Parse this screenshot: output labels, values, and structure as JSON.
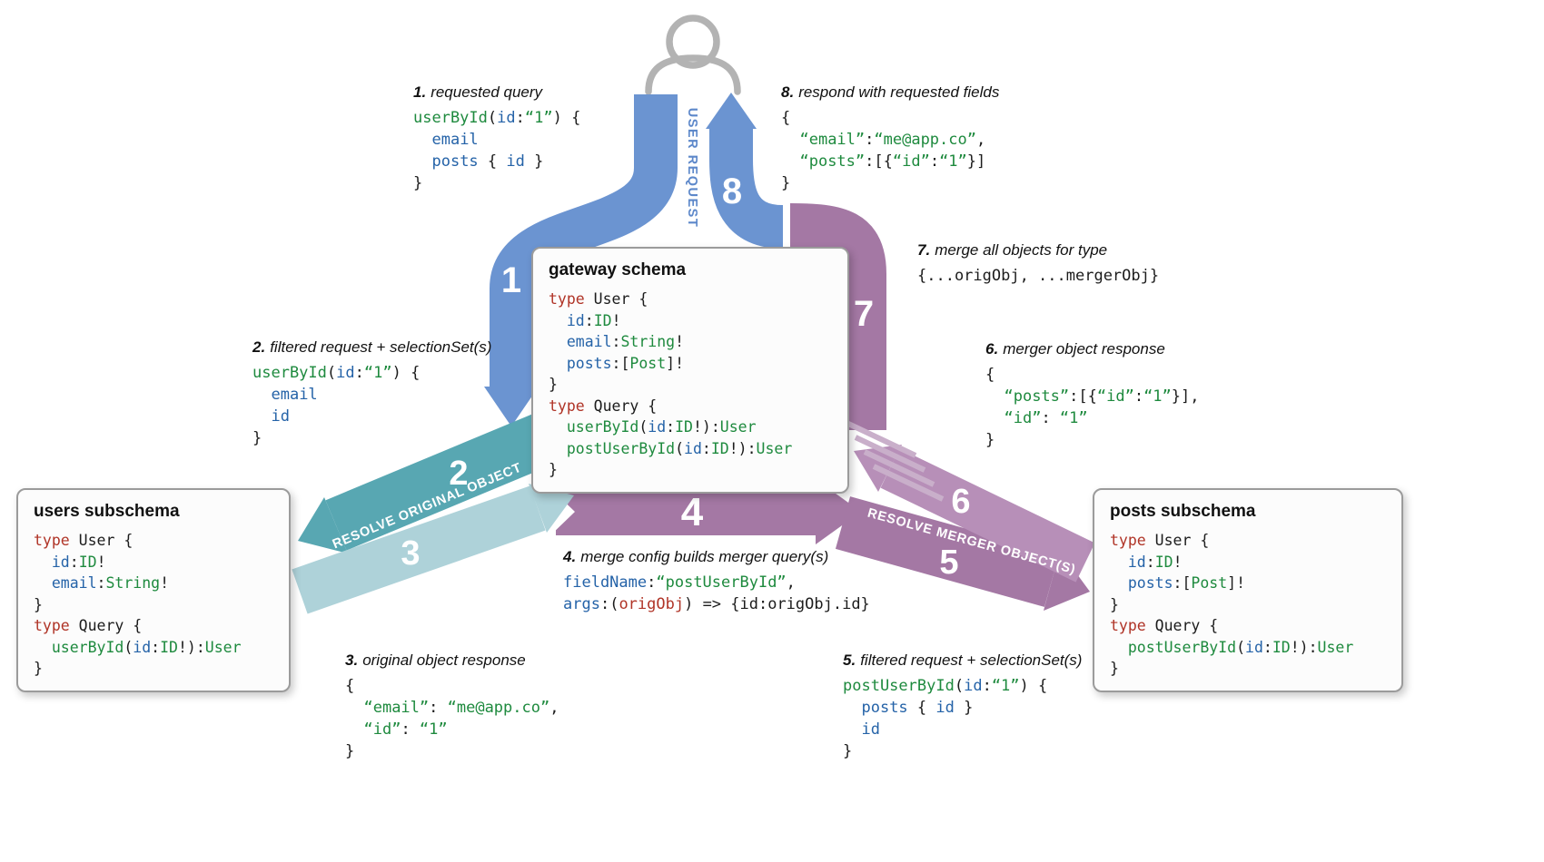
{
  "colors": {
    "arrow_blue": "#6b94d1",
    "arrow_blue_text": "#5d88ca",
    "arrow_teal": "#58a7b2",
    "arrow_teal_light": "#aed2d9",
    "arrow_purple": "#a478a4",
    "arrow_purple_light": "#b78fb8",
    "syntax_keyword_red": "#b03427",
    "syntax_field_blue": "#2563a8",
    "syntax_type_green": "#1e8a3e"
  },
  "arrow_labels": {
    "user_request": "USER REQUEST",
    "resolve_original": "RESOLVE ORIGINAL OBJECT",
    "resolve_merger": "RESOLVE MERGER OBJECT(S)"
  },
  "steps": {
    "s1": "1",
    "s2": "2",
    "s3": "3",
    "s4": "4",
    "s5": "5",
    "s6": "6",
    "s7": "7",
    "s8": "8"
  },
  "boxes": {
    "gateway": {
      "title": "gateway schema",
      "code": [
        [
          [
            "r",
            "type"
          ],
          [
            "k",
            " User {"
          ]
        ],
        [
          [
            "k",
            "  "
          ],
          [
            "b",
            "id"
          ],
          [
            "k",
            ":"
          ],
          [
            "g",
            "ID"
          ],
          [
            "k",
            "!"
          ]
        ],
        [
          [
            "k",
            "  "
          ],
          [
            "b",
            "email"
          ],
          [
            "k",
            ":"
          ],
          [
            "g",
            "String"
          ],
          [
            "k",
            "!"
          ]
        ],
        [
          [
            "k",
            "  "
          ],
          [
            "b",
            "posts"
          ],
          [
            "k",
            ":["
          ],
          [
            "g",
            "Post"
          ],
          [
            "k",
            "]!"
          ]
        ],
        [
          [
            "k",
            "}"
          ]
        ],
        [
          [
            "r",
            "type"
          ],
          [
            "k",
            " Query {"
          ]
        ],
        [
          [
            "k",
            "  "
          ],
          [
            "g",
            "userById"
          ],
          [
            "k",
            "("
          ],
          [
            "b",
            "id"
          ],
          [
            "k",
            ":"
          ],
          [
            "g",
            "ID"
          ],
          [
            "k",
            "!):"
          ],
          [
            "g",
            "User"
          ]
        ],
        [
          [
            "k",
            "  "
          ],
          [
            "g",
            "postUserById"
          ],
          [
            "k",
            "("
          ],
          [
            "b",
            "id"
          ],
          [
            "k",
            ":"
          ],
          [
            "g",
            "ID"
          ],
          [
            "k",
            "!):"
          ],
          [
            "g",
            "User"
          ]
        ],
        [
          [
            "k",
            "}"
          ]
        ]
      ]
    },
    "users": {
      "title": "users subschema",
      "code": [
        [
          [
            "r",
            "type"
          ],
          [
            "k",
            " User {"
          ]
        ],
        [
          [
            "k",
            "  "
          ],
          [
            "b",
            "id"
          ],
          [
            "k",
            ":"
          ],
          [
            "g",
            "ID"
          ],
          [
            "k",
            "!"
          ]
        ],
        [
          [
            "k",
            "  "
          ],
          [
            "b",
            "email"
          ],
          [
            "k",
            ":"
          ],
          [
            "g",
            "String"
          ],
          [
            "k",
            "!"
          ]
        ],
        [
          [
            "k",
            "}"
          ]
        ],
        [
          [
            "r",
            "type"
          ],
          [
            "k",
            " Query {"
          ]
        ],
        [
          [
            "k",
            "  "
          ],
          [
            "g",
            "userById"
          ],
          [
            "k",
            "("
          ],
          [
            "b",
            "id"
          ],
          [
            "k",
            ":"
          ],
          [
            "g",
            "ID"
          ],
          [
            "k",
            "!):"
          ],
          [
            "g",
            "User"
          ]
        ],
        [
          [
            "k",
            "}"
          ]
        ]
      ]
    },
    "posts": {
      "title": "posts subschema",
      "code": [
        [
          [
            "r",
            "type"
          ],
          [
            "k",
            " User {"
          ]
        ],
        [
          [
            "k",
            "  "
          ],
          [
            "b",
            "id"
          ],
          [
            "k",
            ":"
          ],
          [
            "g",
            "ID"
          ],
          [
            "k",
            "!"
          ]
        ],
        [
          [
            "k",
            "  "
          ],
          [
            "b",
            "posts"
          ],
          [
            "k",
            ":["
          ],
          [
            "g",
            "Post"
          ],
          [
            "k",
            "]!"
          ]
        ],
        [
          [
            "k",
            "}"
          ]
        ],
        [
          [
            "r",
            "type"
          ],
          [
            "k",
            " Query {"
          ]
        ],
        [
          [
            "k",
            "  "
          ],
          [
            "g",
            "postUserById"
          ],
          [
            "k",
            "("
          ],
          [
            "b",
            "id"
          ],
          [
            "k",
            ":"
          ],
          [
            "g",
            "ID"
          ],
          [
            "k",
            "!):"
          ],
          [
            "g",
            "User"
          ]
        ],
        [
          [
            "k",
            "}"
          ]
        ]
      ]
    }
  },
  "annotations": {
    "a1": {
      "num": "1.",
      "title": "requested query",
      "code": [
        [
          [
            "g",
            "userById"
          ],
          [
            "k",
            "("
          ],
          [
            "b",
            "id"
          ],
          [
            "k",
            ":"
          ],
          [
            "g",
            "“1”"
          ],
          [
            "k",
            ") {"
          ]
        ],
        [
          [
            "k",
            "  "
          ],
          [
            "b",
            "email"
          ]
        ],
        [
          [
            "k",
            "  "
          ],
          [
            "b",
            "posts"
          ],
          [
            "k",
            " { "
          ],
          [
            "b",
            "id"
          ],
          [
            "k",
            " }"
          ]
        ],
        [
          [
            "k",
            "}"
          ]
        ]
      ]
    },
    "a2": {
      "num": "2.",
      "title": "filtered request + selectionSet(s)",
      "code": [
        [
          [
            "g",
            "userById"
          ],
          [
            "k",
            "("
          ],
          [
            "b",
            "id"
          ],
          [
            "k",
            ":"
          ],
          [
            "g",
            "“1”"
          ],
          [
            "k",
            ") {"
          ]
        ],
        [
          [
            "k",
            "  "
          ],
          [
            "b",
            "email"
          ]
        ],
        [
          [
            "k",
            "  "
          ],
          [
            "b",
            "id"
          ]
        ],
        [
          [
            "k",
            "}"
          ]
        ]
      ]
    },
    "a3": {
      "num": "3.",
      "title": "original object response",
      "code": [
        [
          [
            "k",
            "{"
          ]
        ],
        [
          [
            "k",
            "  "
          ],
          [
            "g",
            "“email”"
          ],
          [
            "k",
            ": "
          ],
          [
            "g",
            "“me@app.co”"
          ],
          [
            "k",
            ","
          ]
        ],
        [
          [
            "k",
            "  "
          ],
          [
            "g",
            "“id”"
          ],
          [
            "k",
            ": "
          ],
          [
            "g",
            "“1”"
          ]
        ],
        [
          [
            "k",
            "}"
          ]
        ]
      ]
    },
    "a4": {
      "num": "4.",
      "title": "merge config builds merger query(s)",
      "code": [
        [
          [
            "b",
            "fieldName"
          ],
          [
            "k",
            ":"
          ],
          [
            "g",
            "“postUserById”"
          ],
          [
            "k",
            ","
          ]
        ],
        [
          [
            "b",
            "args"
          ],
          [
            "k",
            ":("
          ],
          [
            "r",
            "origObj"
          ],
          [
            "k",
            ") => {id:origObj.id}"
          ]
        ]
      ]
    },
    "a5": {
      "num": "5.",
      "title": "filtered request + selectionSet(s)",
      "code": [
        [
          [
            "g",
            "postUserById"
          ],
          [
            "k",
            "("
          ],
          [
            "b",
            "id"
          ],
          [
            "k",
            ":"
          ],
          [
            "g",
            "“1”"
          ],
          [
            "k",
            ") {"
          ]
        ],
        [
          [
            "k",
            "  "
          ],
          [
            "b",
            "posts"
          ],
          [
            "k",
            " { "
          ],
          [
            "b",
            "id"
          ],
          [
            "k",
            " }"
          ]
        ],
        [
          [
            "k",
            "  "
          ],
          [
            "b",
            "id"
          ]
        ],
        [
          [
            "k",
            "}"
          ]
        ]
      ]
    },
    "a6": {
      "num": "6.",
      "title": "merger object response",
      "code": [
        [
          [
            "k",
            "{"
          ]
        ],
        [
          [
            "k",
            "  "
          ],
          [
            "g",
            "“posts”"
          ],
          [
            "k",
            ":[{"
          ],
          [
            "g",
            "“id”"
          ],
          [
            "k",
            ":"
          ],
          [
            "g",
            "“1”"
          ],
          [
            "k",
            "}],"
          ]
        ],
        [
          [
            "k",
            "  "
          ],
          [
            "g",
            "“id”"
          ],
          [
            "k",
            ": "
          ],
          [
            "g",
            "“1”"
          ]
        ],
        [
          [
            "k",
            "}"
          ]
        ]
      ]
    },
    "a7": {
      "num": "7.",
      "title": "merge all objects for type",
      "code": [
        [
          [
            "k",
            "{...origObj, ...mergerObj}"
          ]
        ]
      ]
    },
    "a8": {
      "num": "8.",
      "title": "respond with requested fields",
      "code": [
        [
          [
            "k",
            "{"
          ]
        ],
        [
          [
            "k",
            "  "
          ],
          [
            "g",
            "“email”"
          ],
          [
            "k",
            ":"
          ],
          [
            "g",
            "“me@app.co”"
          ],
          [
            "k",
            ","
          ]
        ],
        [
          [
            "k",
            "  "
          ],
          [
            "g",
            "“posts”"
          ],
          [
            "k",
            ":[{"
          ],
          [
            "g",
            "“id”"
          ],
          [
            "k",
            ":"
          ],
          [
            "g",
            "“1”"
          ],
          [
            "k",
            "}]"
          ]
        ],
        [
          [
            "k",
            "}"
          ]
        ]
      ]
    }
  }
}
